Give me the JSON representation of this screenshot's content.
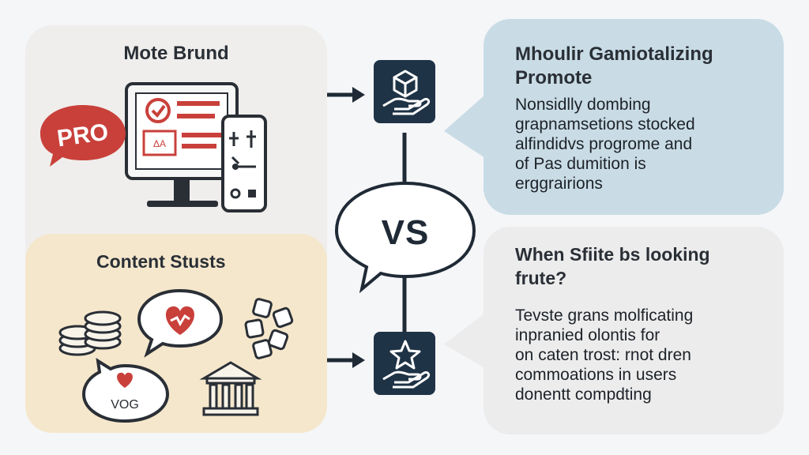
{
  "brand_panel": {
    "title": "Mote Brund",
    "badge": "PRO"
  },
  "content_panel": {
    "title": "Content Stusts",
    "bubble_label": "VOG"
  },
  "promote_panel": {
    "title_lines": [
      "Mhoulir Gamiotalizing",
      "Promote"
    ],
    "body_lines": [
      "Nonsidlly dombing",
      "grapnamsetions stocked",
      "alfindidvs progrome and",
      "of Pas dumition is",
      "erggrairions"
    ]
  },
  "question_panel": {
    "title_lines": [
      "When Sfiite bs looking",
      "frute?"
    ],
    "body_lines": [
      "Tevste grans molficating",
      "inpranied olontis for",
      "on caten trost: rnot dren",
      "commoations in users",
      "donentt compdting"
    ]
  },
  "center": {
    "vs_label": "VS"
  },
  "colors": {
    "navy": "#1f3346",
    "red": "#c9403b",
    "brand_panel_bg": "#efeeec",
    "content_panel_bg": "#f5e7cc",
    "promote_panel_bg": "#c9dce6",
    "question_panel_bg": "#ececec"
  },
  "icons": [
    "monitor-icon",
    "phone-icon",
    "pro-badge-icon",
    "cube-hand-icon",
    "star-hand-icon",
    "coins-icon",
    "heart-bubble-icon",
    "dice-icon",
    "vog-bubble-icon",
    "bank-icon",
    "arrow-right-icon"
  ]
}
